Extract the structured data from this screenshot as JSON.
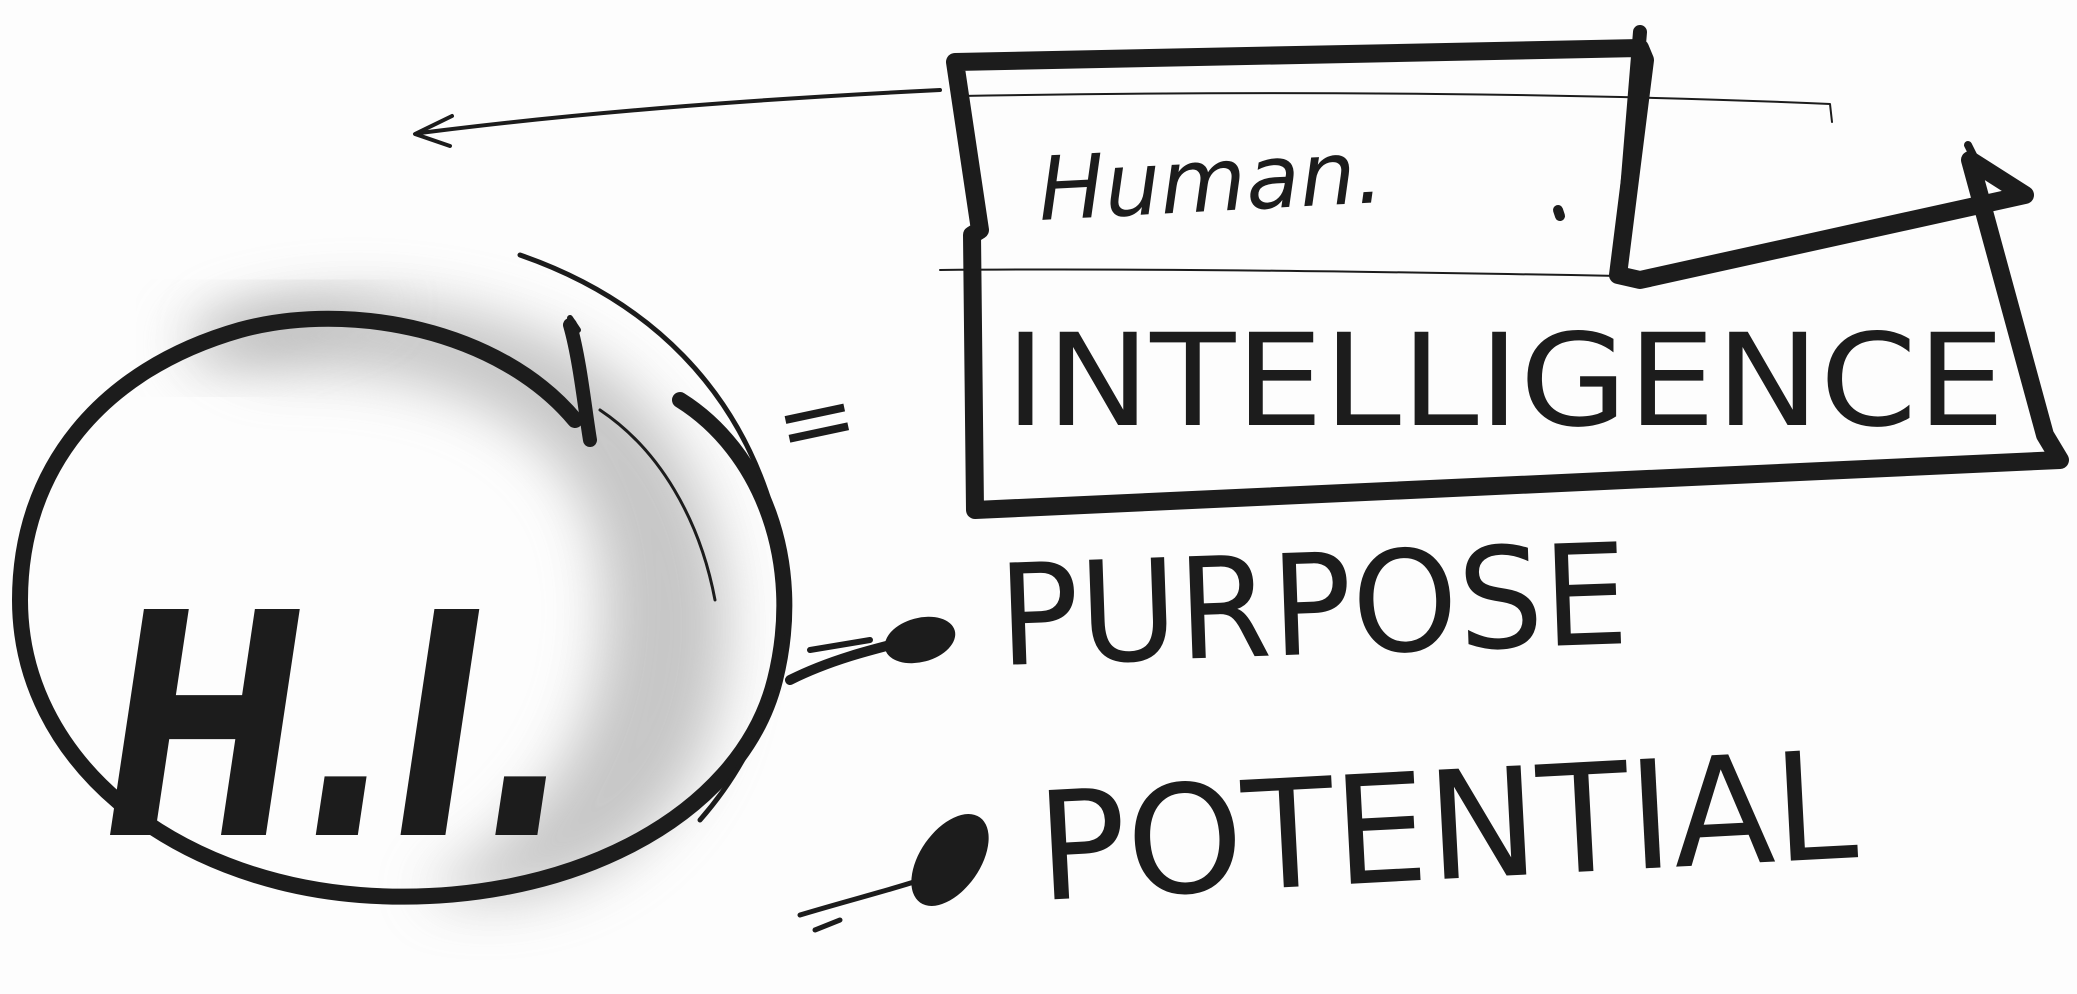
{
  "labels": {
    "circle": "H.I.",
    "box_top": "Human.",
    "box_main": "INTELLIGENCE",
    "equals": "=",
    "bullet_1": "PURPOSE",
    "bullet_2": "POTENTIAL"
  },
  "colors": {
    "ink": "#1c1c1c",
    "smudge": "#9a9a9a",
    "paper": "#fdfdfd"
  }
}
